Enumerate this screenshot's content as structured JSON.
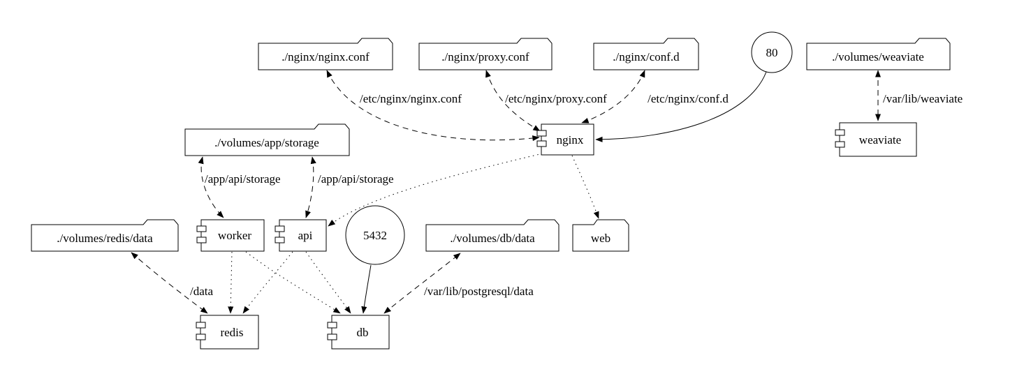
{
  "diagram": {
    "type": "docker-compose-graph",
    "background_color": "#ffffff",
    "stroke_color": "#000000",
    "folders": [
      {
        "label": "./nginx/nginx.conf"
      },
      {
        "label": "./nginx/proxy.conf"
      },
      {
        "label": "./nginx/conf.d"
      },
      {
        "label": "./volumes/weaviate"
      },
      {
        "label": "./volumes/app/storage"
      },
      {
        "label": "./volumes/redis/data"
      },
      {
        "label": "./volumes/db/data"
      },
      {
        "label": "web"
      }
    ],
    "components": [
      {
        "label": "nginx"
      },
      {
        "label": "weaviate"
      },
      {
        "label": "worker"
      },
      {
        "label": "api"
      },
      {
        "label": "redis"
      },
      {
        "label": "db"
      }
    ],
    "ports": [
      {
        "label": "80"
      },
      {
        "label": "5432"
      }
    ],
    "edges": [
      {
        "from": "./nginx/nginx.conf",
        "to": "nginx",
        "style": "dashed",
        "bidirectional": true,
        "label": "/etc/nginx/nginx.conf"
      },
      {
        "from": "./nginx/proxy.conf",
        "to": "nginx",
        "style": "dashed",
        "bidirectional": true,
        "label": "/etc/nginx/proxy.conf"
      },
      {
        "from": "./nginx/conf.d",
        "to": "nginx",
        "style": "dashed",
        "bidirectional": true,
        "label": "/etc/nginx/conf.d"
      },
      {
        "from": "80",
        "to": "nginx",
        "style": "solid",
        "bidirectional": false,
        "label": ""
      },
      {
        "from": "./volumes/weaviate",
        "to": "weaviate",
        "style": "dashed",
        "bidirectional": true,
        "label": "/var/lib/weaviate"
      },
      {
        "from": "./volumes/app/storage",
        "to": "worker",
        "style": "dashed",
        "bidirectional": true,
        "label": "/app/api/storage"
      },
      {
        "from": "./volumes/app/storage",
        "to": "api",
        "style": "dashed",
        "bidirectional": true,
        "label": "/app/api/storage"
      },
      {
        "from": "nginx",
        "to": "api",
        "style": "dotted",
        "bidirectional": false,
        "label": ""
      },
      {
        "from": "nginx",
        "to": "web",
        "style": "dotted",
        "bidirectional": false,
        "label": ""
      },
      {
        "from": "worker",
        "to": "redis",
        "style": "dotted",
        "bidirectional": false,
        "label": ""
      },
      {
        "from": "worker",
        "to": "db",
        "style": "dotted",
        "bidirectional": false,
        "label": ""
      },
      {
        "from": "api",
        "to": "redis",
        "style": "dotted",
        "bidirectional": false,
        "label": ""
      },
      {
        "from": "api",
        "to": "db",
        "style": "dotted",
        "bidirectional": false,
        "label": ""
      },
      {
        "from": "./volumes/redis/data",
        "to": "redis",
        "style": "dashed",
        "bidirectional": true,
        "label": "/data"
      },
      {
        "from": "./volumes/db/data",
        "to": "db",
        "style": "dashed",
        "bidirectional": true,
        "label": "/var/lib/postgresql/data"
      },
      {
        "from": "5432",
        "to": "db",
        "style": "solid",
        "bidirectional": false,
        "label": ""
      }
    ]
  }
}
